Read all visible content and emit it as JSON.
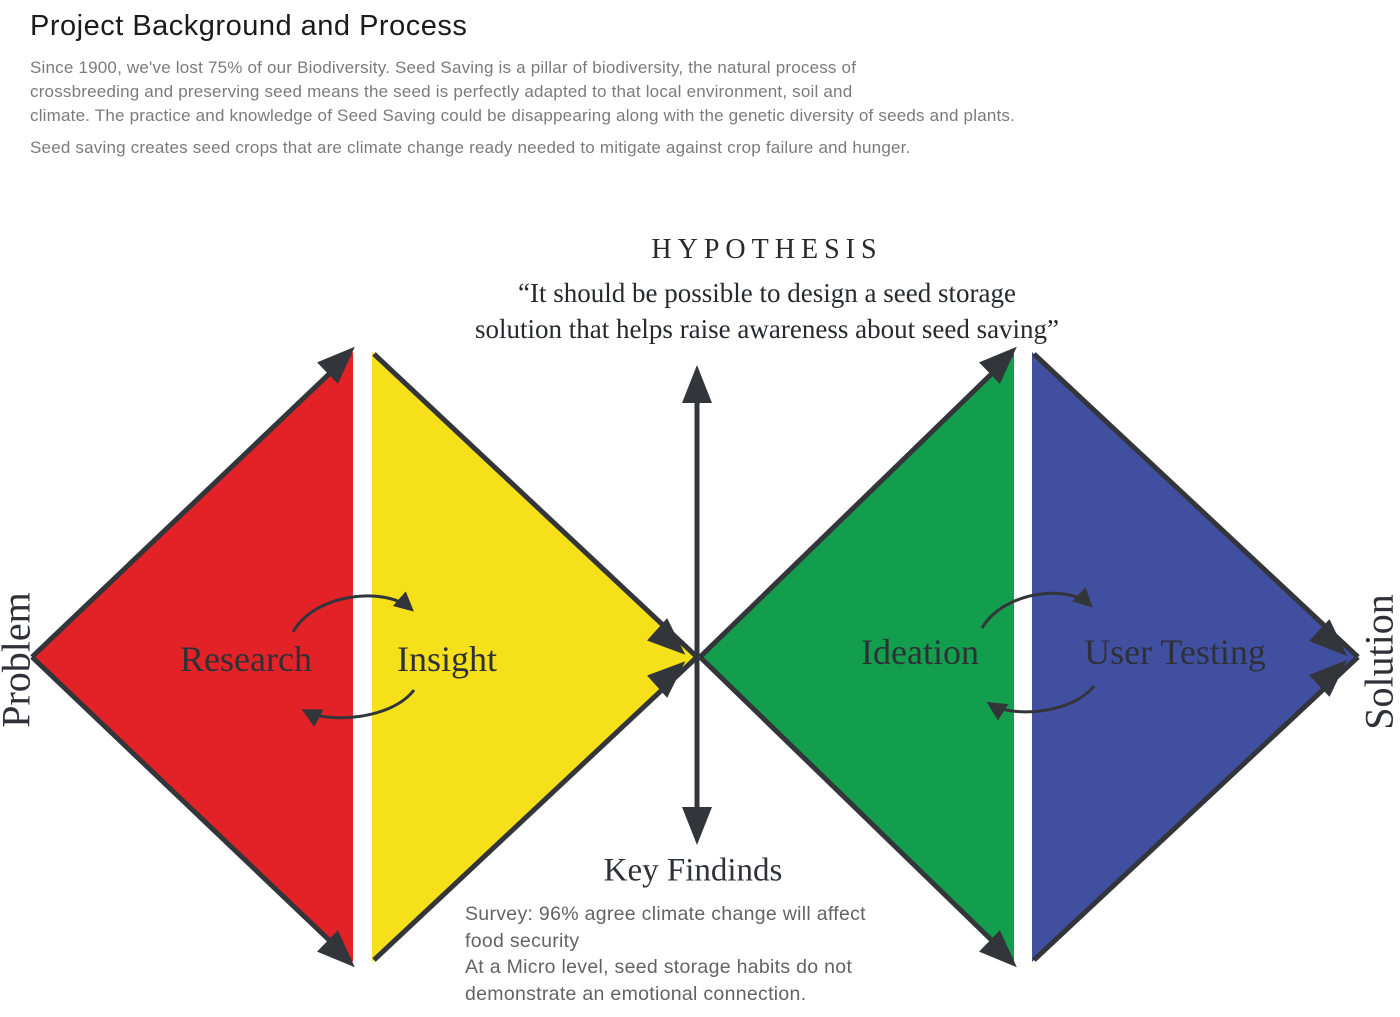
{
  "colors": {
    "research_red": "#e32227",
    "insight_yellow": "#f6e019",
    "ideation_green": "#129e4c",
    "user_testing_blue": "#404f9f",
    "ink": "#32353a",
    "body_gray": "#7b7b7b"
  },
  "header": {
    "title": "Project Background and Process",
    "paragraph1": "Since 1900, we've lost 75% of our Biodiversity. Seed Saving is a pillar of biodiversity, the natural process of\ncrossbreeding and preserving seed means the seed is perfectly adapted to that local environment, soil and\nclimate. The practice and knowledge of Seed Saving could be disappearing along with the genetic diversity of seeds and plants.",
    "paragraph2": "Seed saving creates seed crops that are climate change ready needed to mitigate against crop failure and hunger."
  },
  "hypothesis": {
    "label": "HYPOTHESIS",
    "quote": "“It should be possible to design a seed storage\nsolution that helps raise awareness about seed saving”"
  },
  "diamonds": {
    "left": {
      "axis_label": "Problem",
      "stages": [
        {
          "label": "Research",
          "color": "#e32227"
        },
        {
          "label": "Insight",
          "color": "#f6e019"
        }
      ]
    },
    "right": {
      "axis_label": "Solution",
      "stages": [
        {
          "label": "Ideation",
          "color": "#129e4c"
        },
        {
          "label": "User Testing",
          "color": "#404f9f"
        }
      ]
    }
  },
  "key_findings": {
    "title": "Key Findinds",
    "body": "Survey: 96% agree climate change will affect\nfood security\nAt a Micro level, seed storage habits do not\ndemonstrate an emotional connection."
  }
}
